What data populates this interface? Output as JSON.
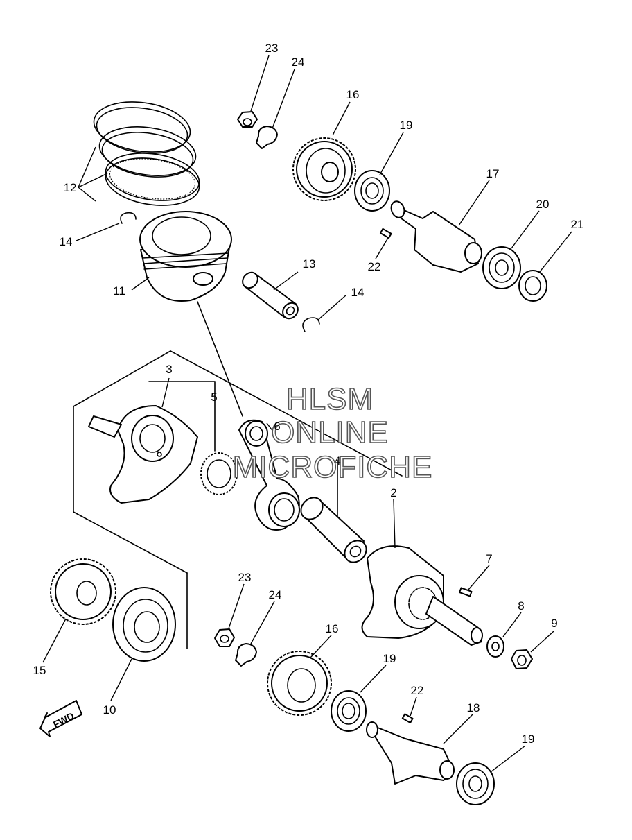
{
  "watermark": {
    "line1": "HLSM",
    "line2": "ONLINE",
    "line3": "MICROFICHE"
  },
  "fwd_label": "FWD",
  "callouts": {
    "c23a": "23",
    "c24a": "24",
    "c16a": "16",
    "c19a": "19",
    "c17": "17",
    "c20": "20",
    "c21": "21",
    "c12": "12",
    "c14a": "14",
    "c22a": "22",
    "c11": "11",
    "c13": "13",
    "c14b": "14",
    "c3": "3",
    "c5": "5",
    "c6": "6",
    "c4": "4",
    "c2": "2",
    "c7": "7",
    "c8": "8",
    "c9": "9",
    "c23b": "23",
    "c24b": "24",
    "c16b": "16",
    "c19b": "19",
    "c22b": "22",
    "c18": "18",
    "c19c": "19",
    "c15": "15",
    "c10": "10"
  }
}
